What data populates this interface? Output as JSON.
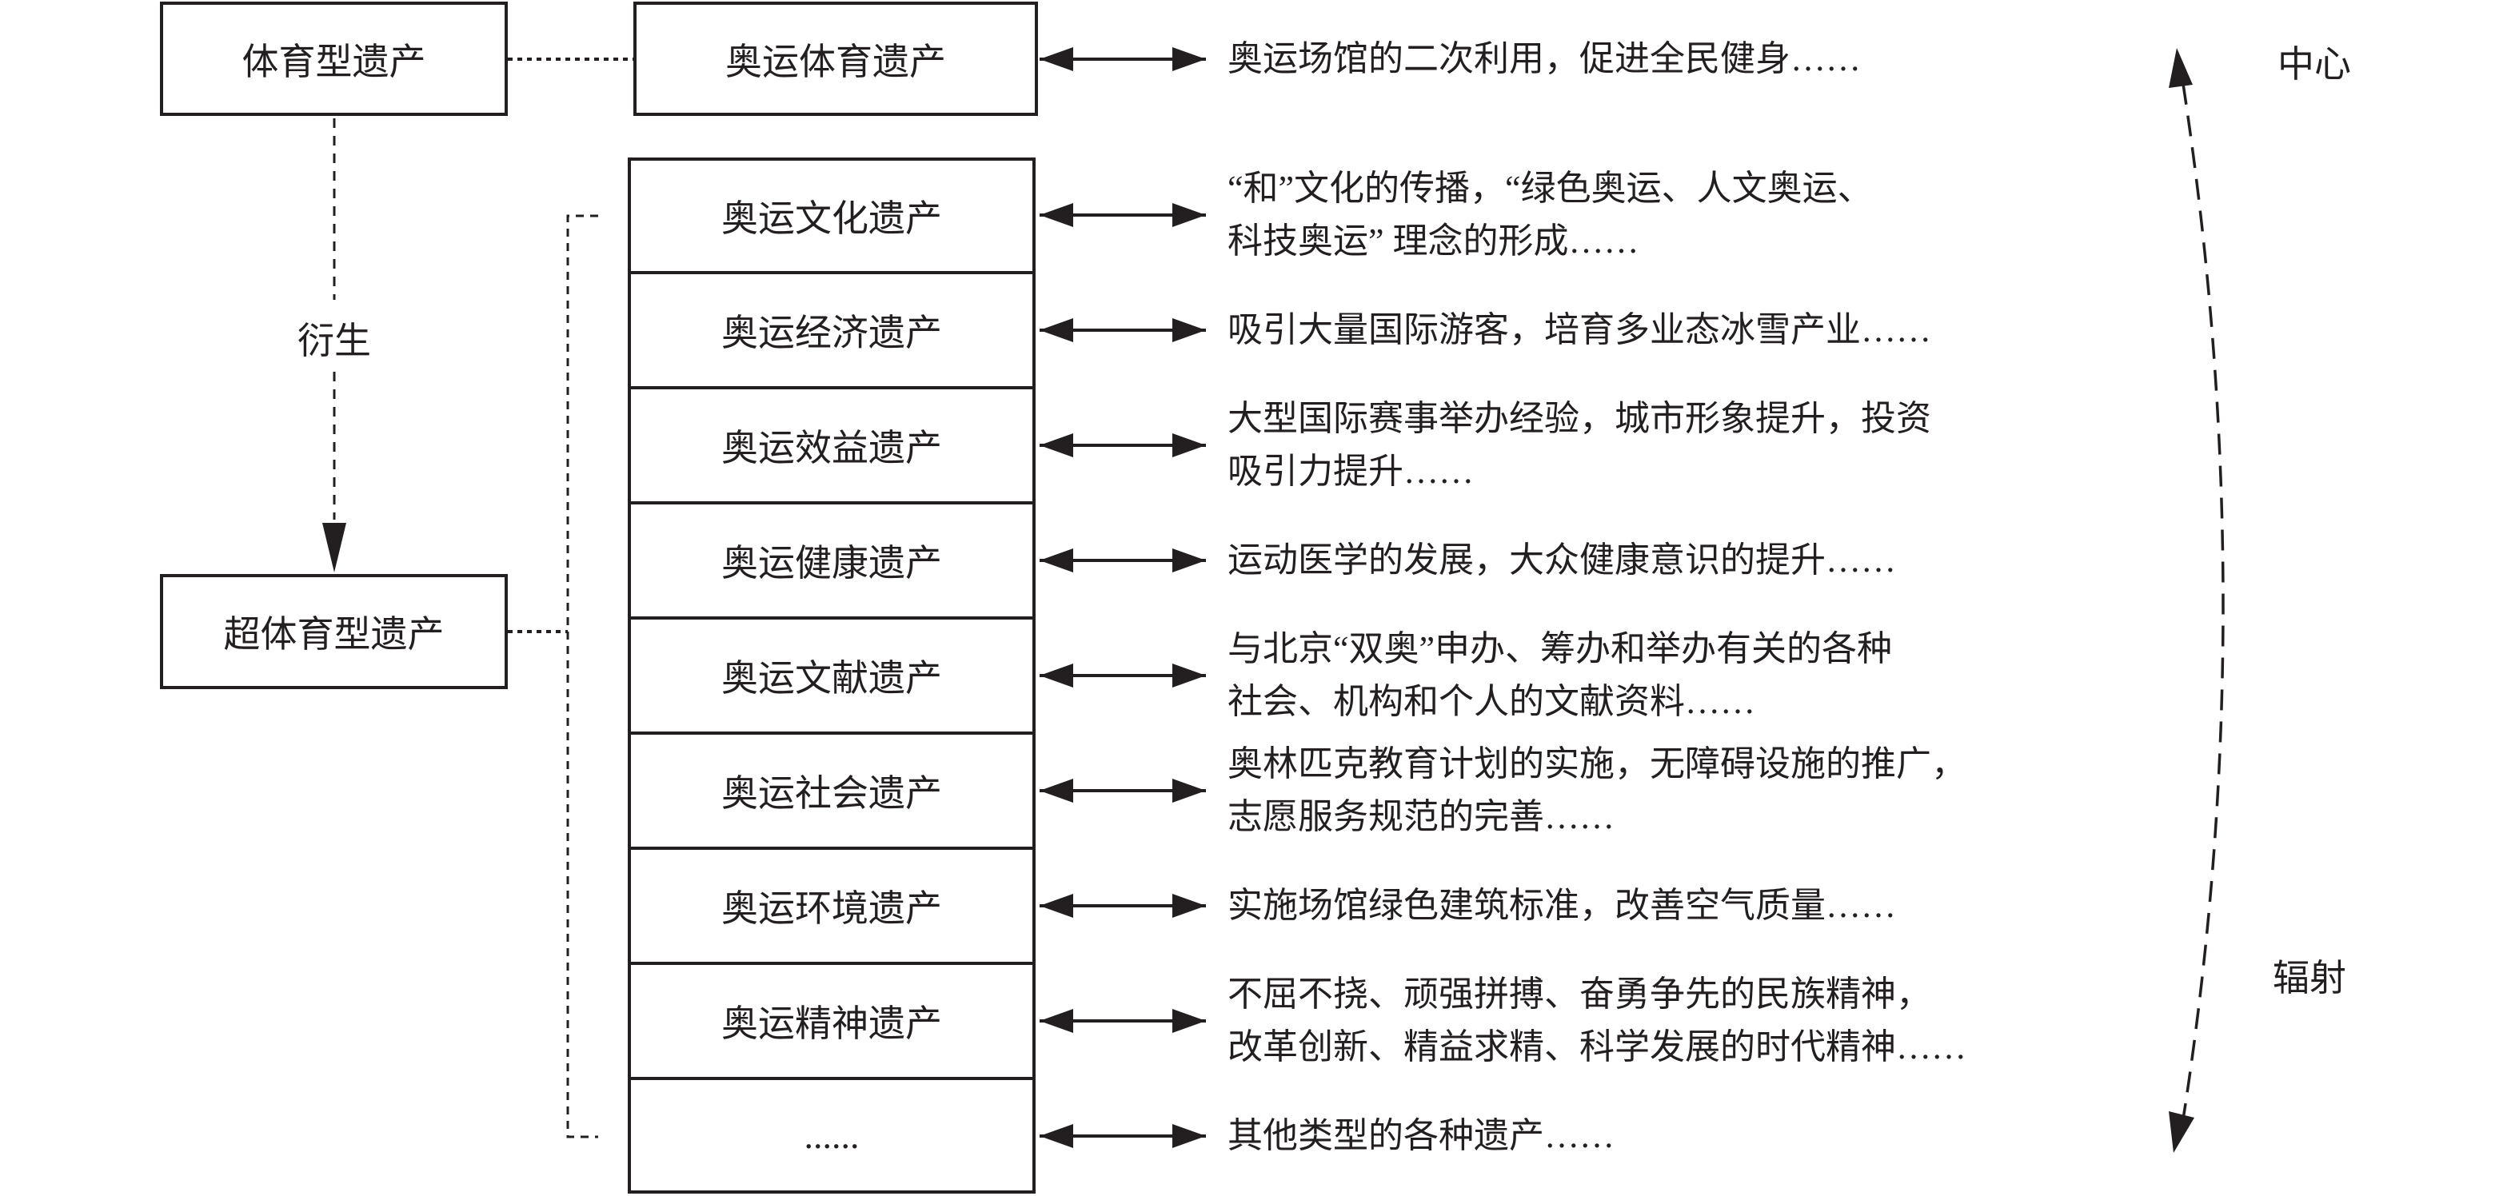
{
  "left": {
    "sport_type": "体育型遗产",
    "derive_label": "衍生",
    "super_sport_type": "超体育型遗产"
  },
  "top_row": {
    "category": "奥运体育遗产",
    "description": "奥运场馆的二次利用，促进全民健身……"
  },
  "rows": [
    {
      "category": "奥运文化遗产",
      "lines": [
        "“和”文化的传播，“绿色奥运、人文奥运、",
        "科技奥运” 理念的形成……"
      ]
    },
    {
      "category": "奥运经济遗产",
      "lines": [
        "吸引大量国际游客，培育多业态冰雪产业……"
      ]
    },
    {
      "category": "奥运效益遗产",
      "lines": [
        "大型国际赛事举办经验，城市形象提升，投资",
        "吸引力提升……"
      ]
    },
    {
      "category": "奥运健康遗产",
      "lines": [
        "运动医学的发展，大众健康意识的提升……"
      ]
    },
    {
      "category": "奥运文献遗产",
      "lines": [
        "与北京“双奥”申办、筹办和举办有关的各种",
        "社会、机构和个人的文献资料……"
      ]
    },
    {
      "category": "奥运社会遗产",
      "lines": [
        "奥林匹克教育计划的实施，无障碍设施的推广，",
        "志愿服务规范的完善……"
      ]
    },
    {
      "category": "奥运环境遗产",
      "lines": [
        "实施场馆绿色建筑标准，改善空气质量……"
      ]
    },
    {
      "category": "奥运精神遗产",
      "lines": [
        "不屈不挠、顽强拼搏、奋勇争先的民族精神，",
        "改革创新、精益求精、科学发展的时代精神……"
      ]
    },
    {
      "category": "......",
      "lines": [
        "其他类型的各种遗产……"
      ]
    }
  ],
  "axis": {
    "center_label": "中心",
    "radiate_label": "辐射"
  }
}
